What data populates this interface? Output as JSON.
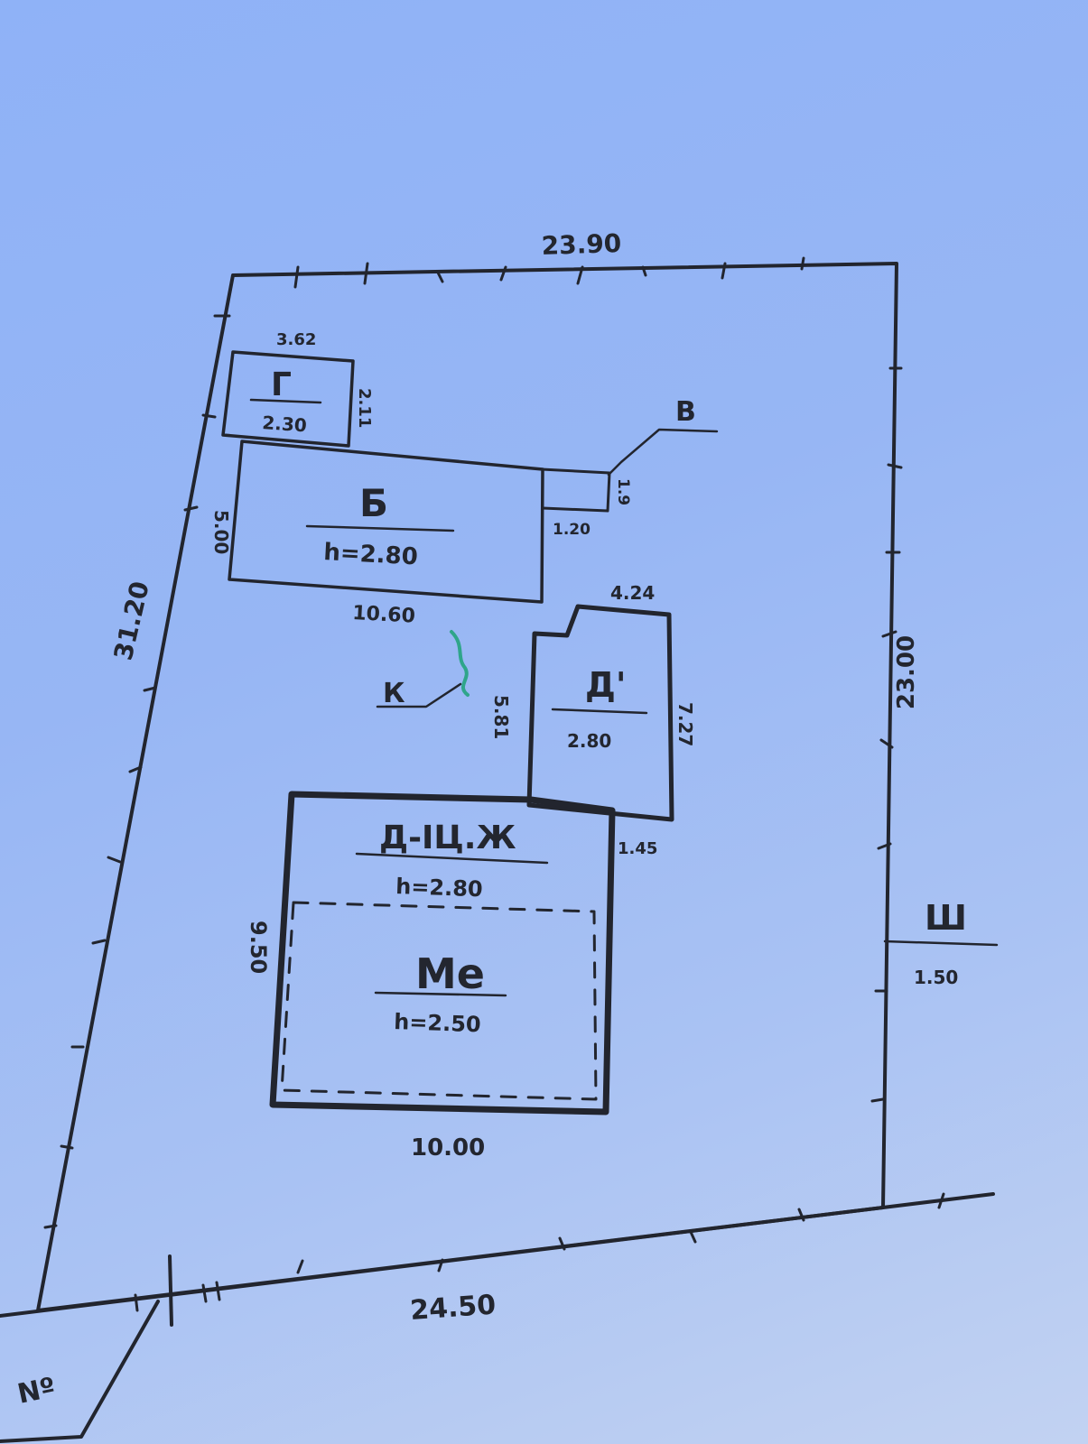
{
  "plot": {
    "top_length": "23.90",
    "left_length": "31.20",
    "right_length": "23.00",
    "bottom_length": "24.50",
    "corner_label": "Nº"
  },
  "buildings": {
    "g": {
      "name": "Г",
      "height": "2.30",
      "width": "3.62",
      "depth": "2.11"
    },
    "b": {
      "name": "Б",
      "height": "h=2.80",
      "width": "10.60",
      "depth": "5.00"
    },
    "v": {
      "name": "В",
      "width": "1.20",
      "depth": "1.9"
    },
    "d1": {
      "name": "Д'",
      "height": "2.80",
      "top": "4.24",
      "left": "5.81",
      "right": "7.27"
    },
    "main": {
      "name": "Д-ІЦ.Ж",
      "height": "h=2.80",
      "width": "10.00",
      "depth": "9.50",
      "side": "1.45"
    },
    "cellar": {
      "name": "Ме",
      "height": "h=2.50"
    }
  },
  "fence": {
    "gate_label": "К",
    "right_label": "Ш",
    "right_value": "1.50"
  },
  "colors": {
    "ink": "#22252e",
    "accent": "#2fa58a"
  }
}
